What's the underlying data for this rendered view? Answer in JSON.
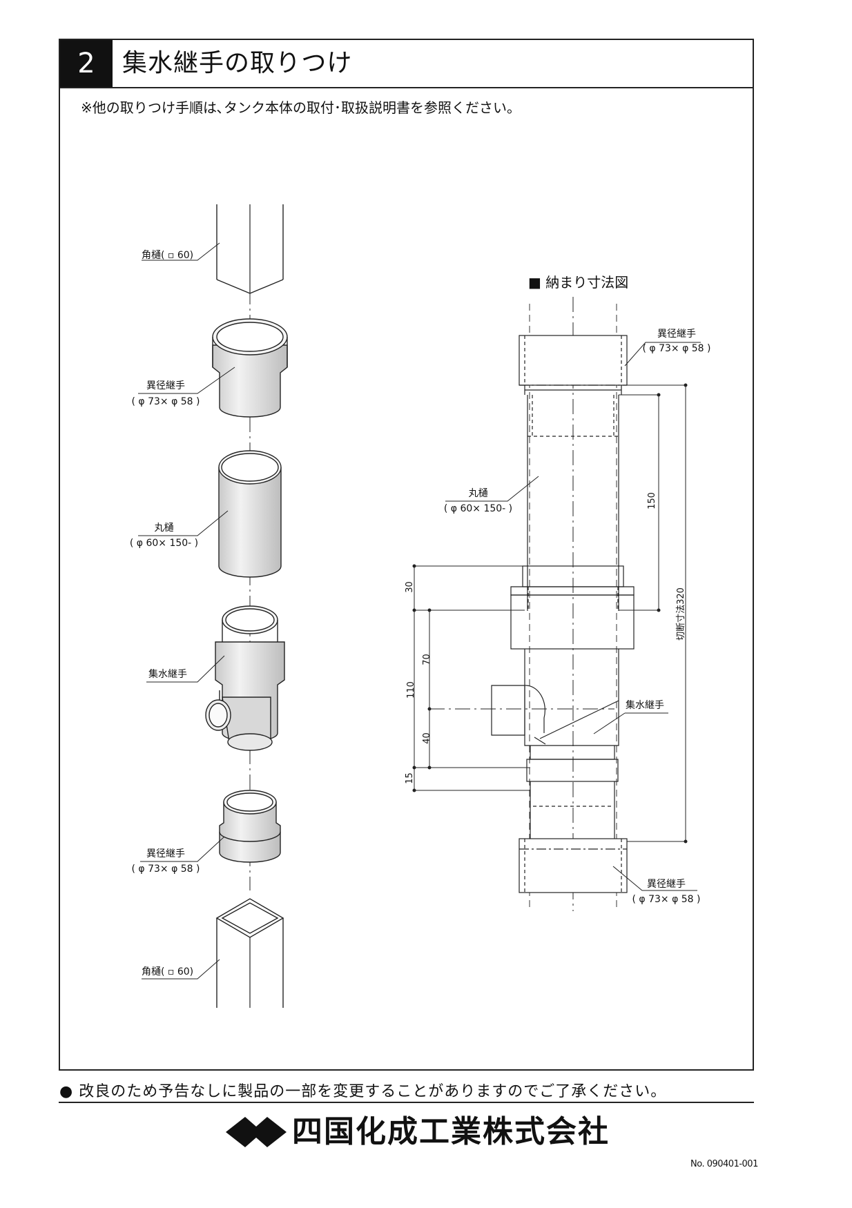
{
  "step_number": "2",
  "title": "集水継手の取りつけ",
  "note": "※他の取りつけ手順は､タンク本体の取付･取扱説明書を参照ください。",
  "exploded_labels": {
    "square_gutter_top": "角樋( ▫ 60)",
    "reducer_top_name": "異径継手",
    "reducer_top_spec": "( φ 73× φ 58 )",
    "round_gutter_name": "丸樋",
    "round_gutter_spec": "( φ 60× 150- )",
    "collector": "集水継手",
    "reducer_bottom_name": "異径継手",
    "reducer_bottom_spec": "( φ 73× φ 58 )",
    "square_gutter_bottom": "角樋( ▫ 60)"
  },
  "section": {
    "title": "■ 納まり寸法図",
    "reducer_top_name": "異径継手",
    "reducer_top_spec": "( φ 73× φ 58 )",
    "round_gutter_name": "丸樋",
    "round_gutter_spec": "( φ 60× 150- )",
    "collector": "集水継手",
    "reducer_bottom_name": "異径継手",
    "reducer_bottom_spec": "( φ 73× φ 58 )",
    "dim_150": "150",
    "dim_cut": "切断寸法320",
    "dim_30": "30",
    "dim_70": "70",
    "dim_110": "110",
    "dim_40": "40",
    "dim_15": "15"
  },
  "footer_note": "● 改良のため予告なしに製品の一部を変更することがありますのでご了承ください。",
  "company": "四国化成工業株式会社",
  "doc_no": "No. 090401-001"
}
